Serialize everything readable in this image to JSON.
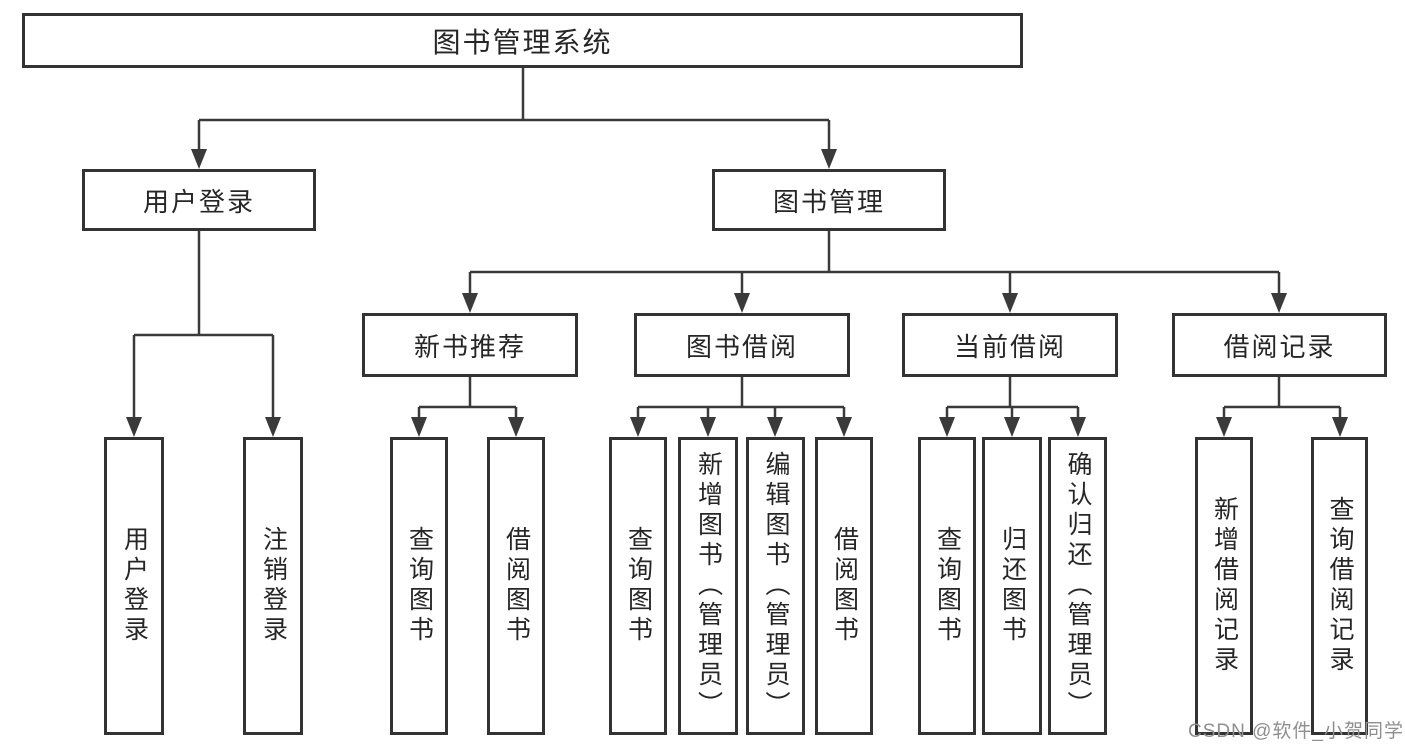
{
  "colors": {
    "line": "#3a3a3a",
    "border": "#333333",
    "text": "#262626",
    "watermark": "#8f8f8f",
    "background": "#ffffff"
  },
  "tree": {
    "label": "图书管理系统",
    "children": [
      {
        "label": "用户登录",
        "children": [
          {
            "label": "用户登录"
          },
          {
            "label": "注销登录"
          }
        ]
      },
      {
        "label": "图书管理",
        "children": [
          {
            "label": "新书推荐",
            "children": [
              {
                "label": "查询图书"
              },
              {
                "label": "借阅图书"
              }
            ]
          },
          {
            "label": "图书借阅",
            "children": [
              {
                "label": "查询图书"
              },
              {
                "label": "新增图书（管理员）"
              },
              {
                "label": "编辑图书（管理员）"
              },
              {
                "label": "借阅图书"
              }
            ]
          },
          {
            "label": "当前借阅",
            "children": [
              {
                "label": "查询图书"
              },
              {
                "label": "归还图书"
              },
              {
                "label": "确认归还（管理员）"
              }
            ]
          },
          {
            "label": "借阅记录",
            "children": [
              {
                "label": "新增借阅记录"
              },
              {
                "label": "查询借阅记录"
              }
            ]
          }
        ]
      }
    ]
  },
  "watermark": {
    "text": "CSDN @软件_小贺同学"
  }
}
